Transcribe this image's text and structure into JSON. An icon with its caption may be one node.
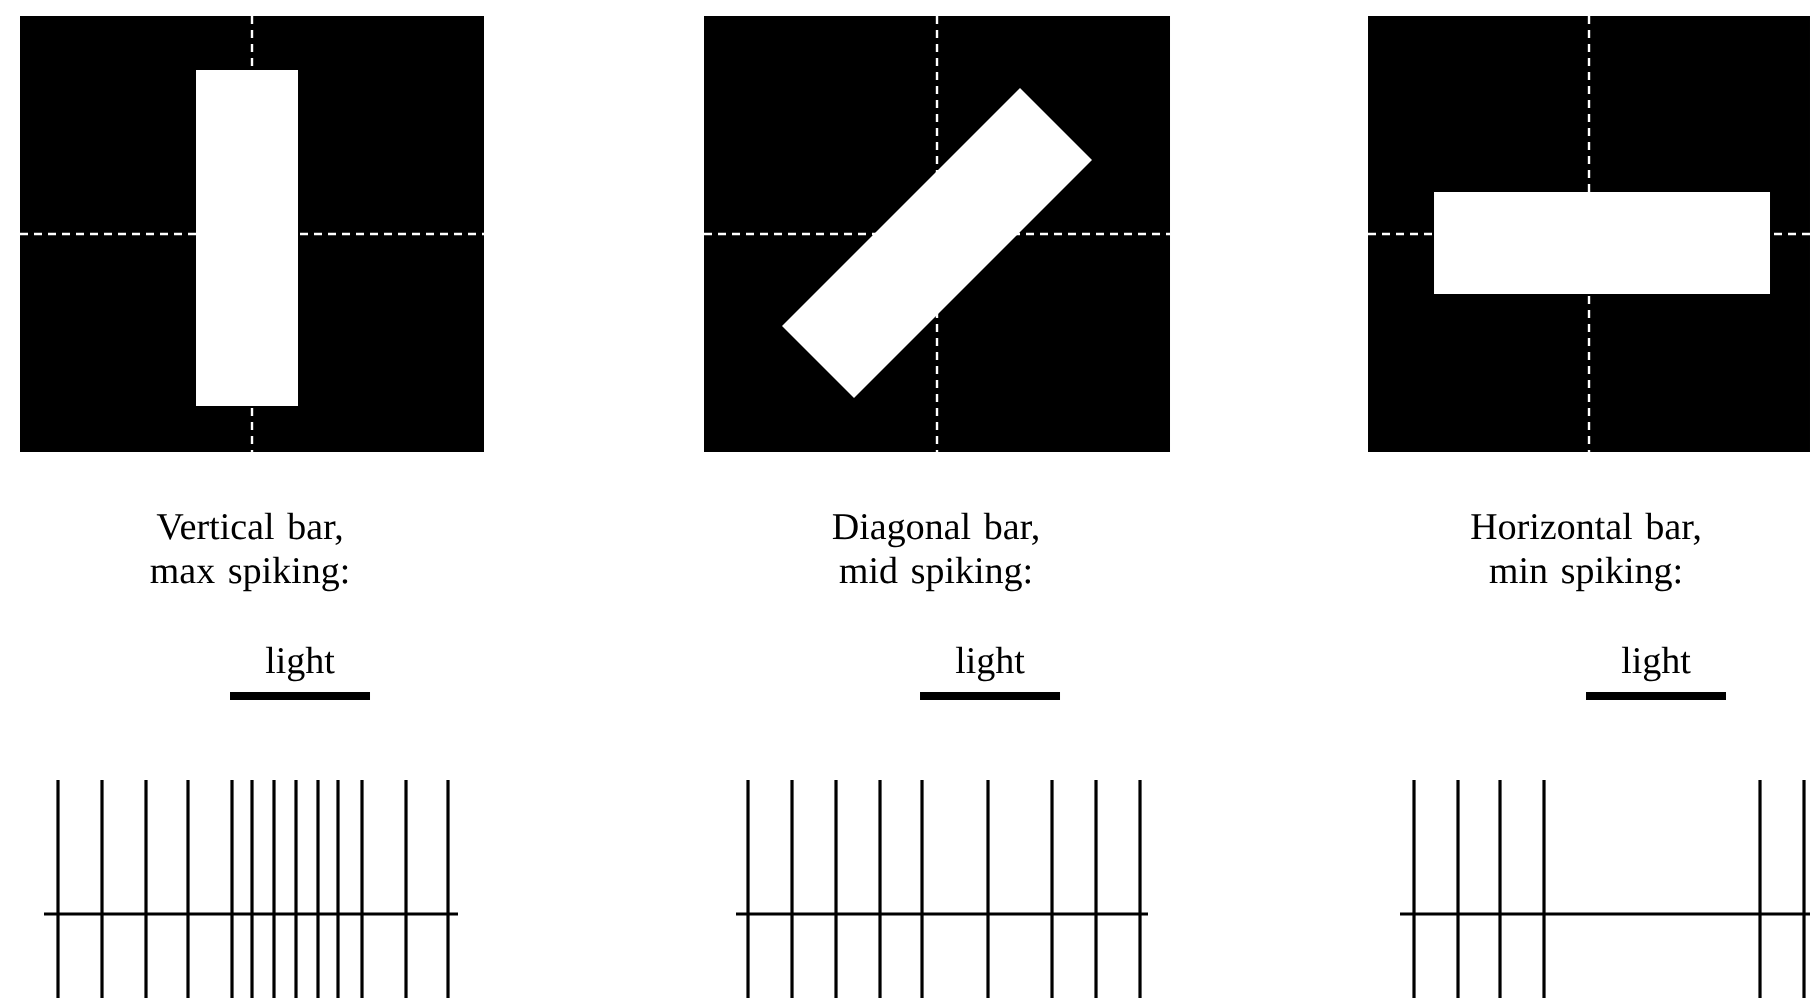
{
  "diagram": {
    "labels": [
      "Vertical bar, max spiking:",
      "Diagonal bar, mid spiking:",
      "Horizontal bar, min spiking:",
      "light",
      "light",
      "light"
    ]
  }
}
